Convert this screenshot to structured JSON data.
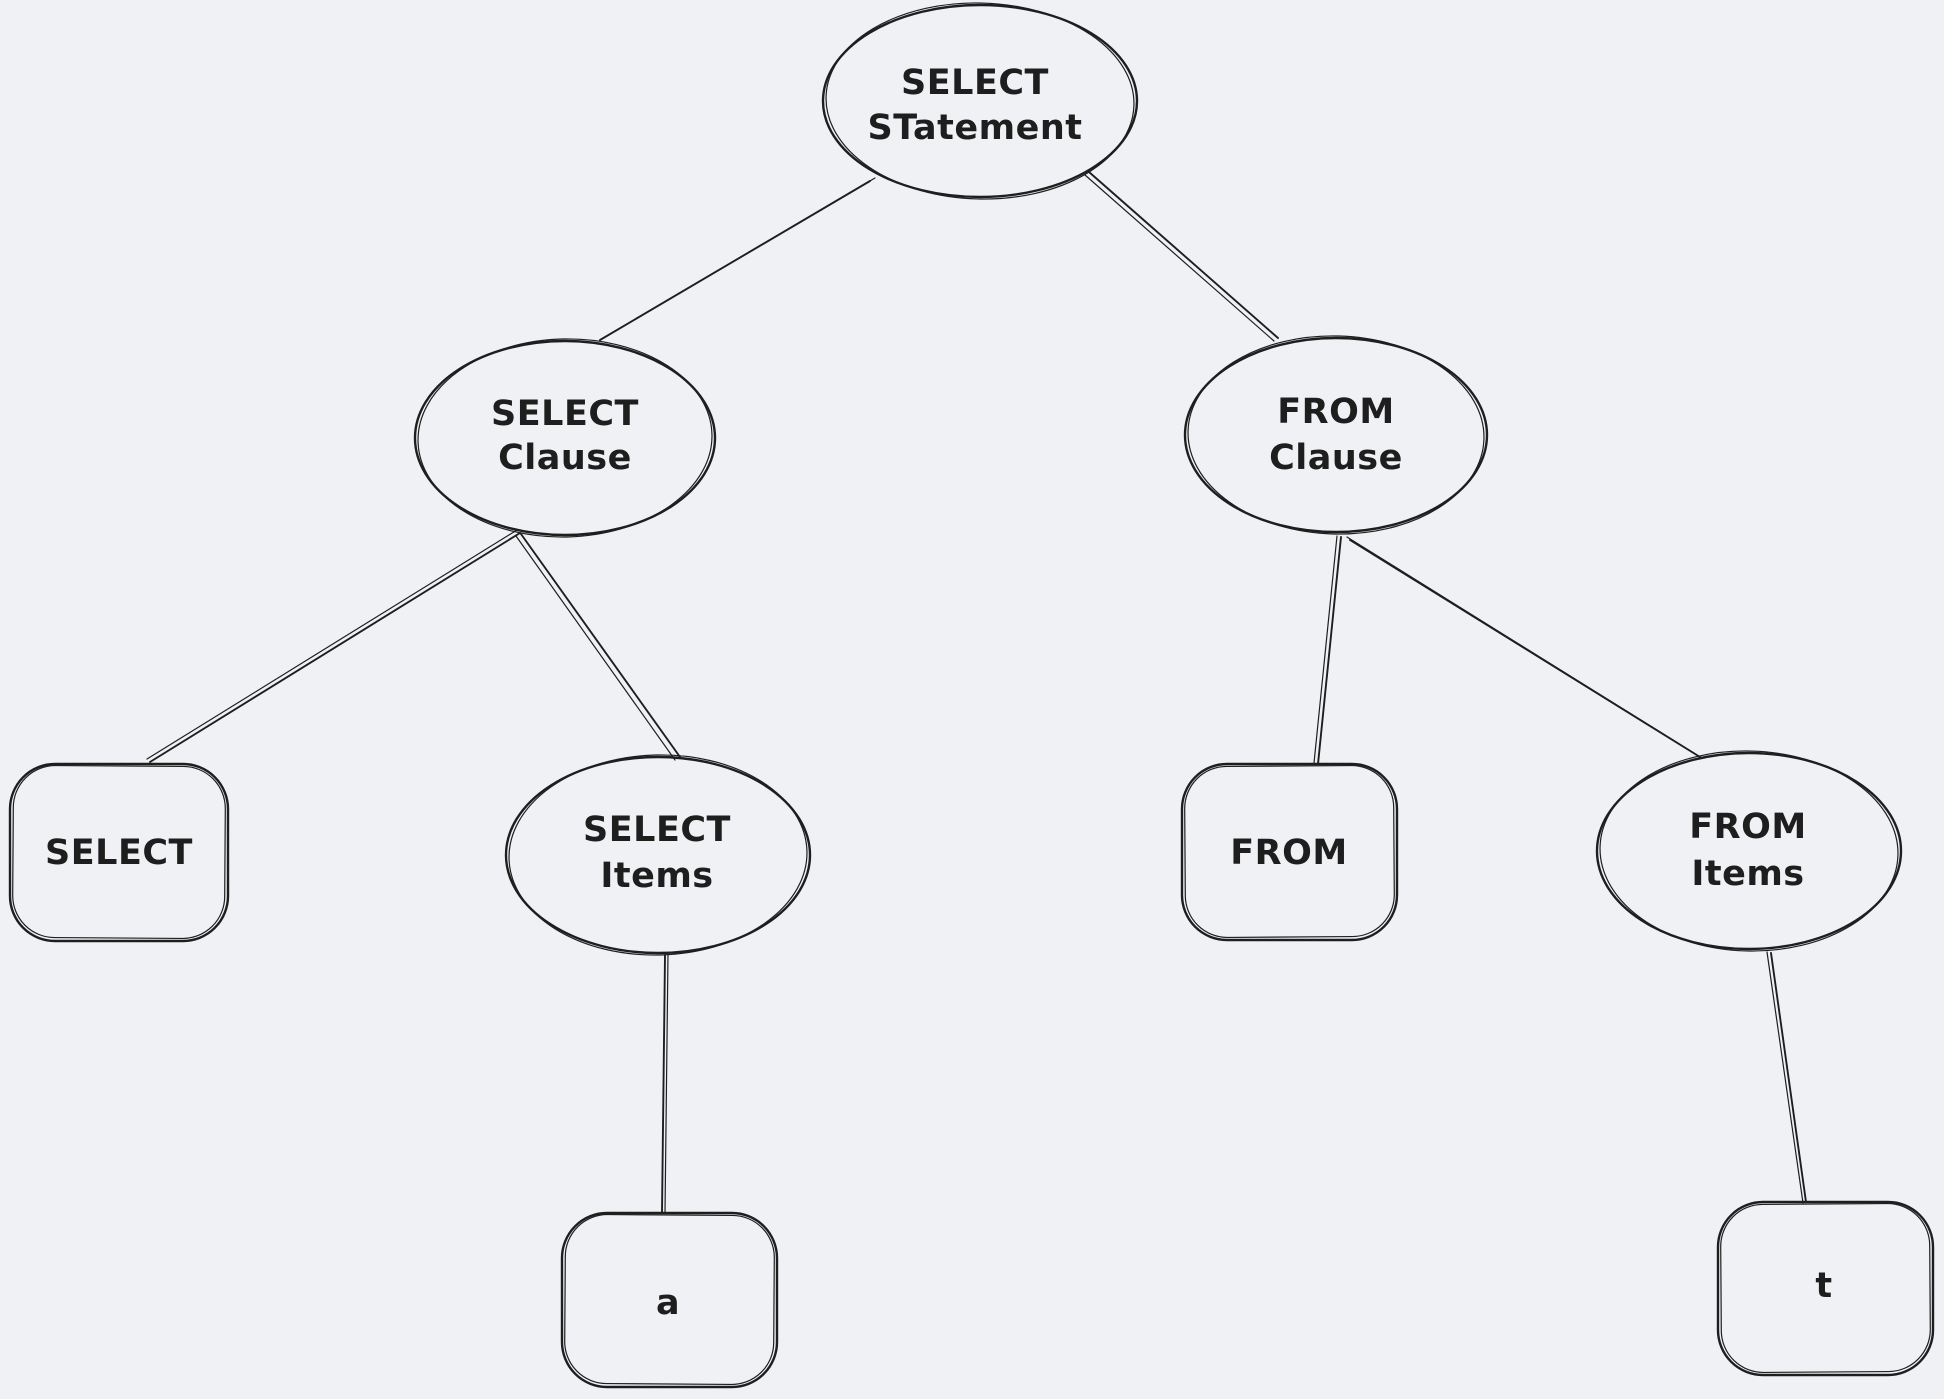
{
  "diagram": {
    "type": "tree",
    "style": "hand-drawn",
    "background_color": "#f0f1f5",
    "stroke_color": "#1e1e1e",
    "text_color": "#1e1e1e",
    "nodes": [
      {
        "id": "select-statement",
        "shape": "ellipse",
        "lines": [
          "SELECT",
          "STatement"
        ]
      },
      {
        "id": "select-clause",
        "shape": "ellipse",
        "lines": [
          "SELECT",
          "Clause"
        ]
      },
      {
        "id": "from-clause",
        "shape": "ellipse",
        "lines": [
          "FROM",
          "Clause"
        ]
      },
      {
        "id": "select-keyword",
        "shape": "rounded-rectangle",
        "lines": [
          "SELECT"
        ]
      },
      {
        "id": "select-items",
        "shape": "ellipse",
        "lines": [
          "SELECT",
          "Items"
        ]
      },
      {
        "id": "from-keyword",
        "shape": "rounded-rectangle",
        "lines": [
          "FROM"
        ]
      },
      {
        "id": "from-items",
        "shape": "ellipse",
        "lines": [
          "FROM",
          "Items"
        ]
      },
      {
        "id": "select-item-a",
        "shape": "rounded-rectangle",
        "lines": [
          "a"
        ]
      },
      {
        "id": "from-item-t",
        "shape": "rounded-rectangle",
        "lines": [
          "t"
        ]
      }
    ],
    "edges": [
      {
        "from": "select-statement",
        "to": "select-clause"
      },
      {
        "from": "select-statement",
        "to": "from-clause"
      },
      {
        "from": "select-clause",
        "to": "select-keyword"
      },
      {
        "from": "select-clause",
        "to": "select-items"
      },
      {
        "from": "from-clause",
        "to": "from-keyword"
      },
      {
        "from": "from-clause",
        "to": "from-items"
      },
      {
        "from": "select-items",
        "to": "select-item-a"
      },
      {
        "from": "from-items",
        "to": "from-item-t"
      }
    ]
  }
}
